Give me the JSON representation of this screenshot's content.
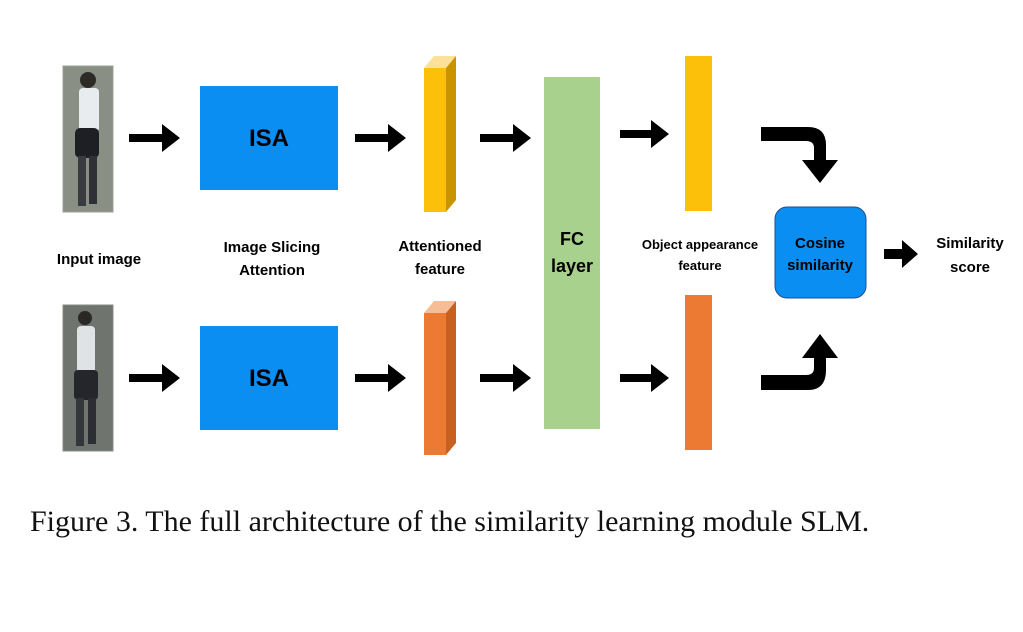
{
  "diagram": {
    "input_label": "Input image",
    "isa_box_label": "ISA",
    "isa_caption_line1": "Image Slicing",
    "isa_caption_line2": "Attention",
    "attentioned_line1": "Attentioned",
    "attentioned_line2": "feature",
    "fc_line1": "FC",
    "fc_line2": "layer",
    "object_line1": "Object appearance",
    "object_line2": "feature",
    "cosine_line1": "Cosine",
    "cosine_line2": "similarity",
    "score_line1": "Similarity",
    "score_line2": "score"
  },
  "colors": {
    "isa_blue": "#0b8ef2",
    "feature_yellow": "#fdc00a",
    "feature_orange": "#ec7a33",
    "fc_green": "#a8d18d",
    "arrow": "#000000"
  },
  "caption": "Figure 3.  The full architecture of the similarity learning module SLM."
}
